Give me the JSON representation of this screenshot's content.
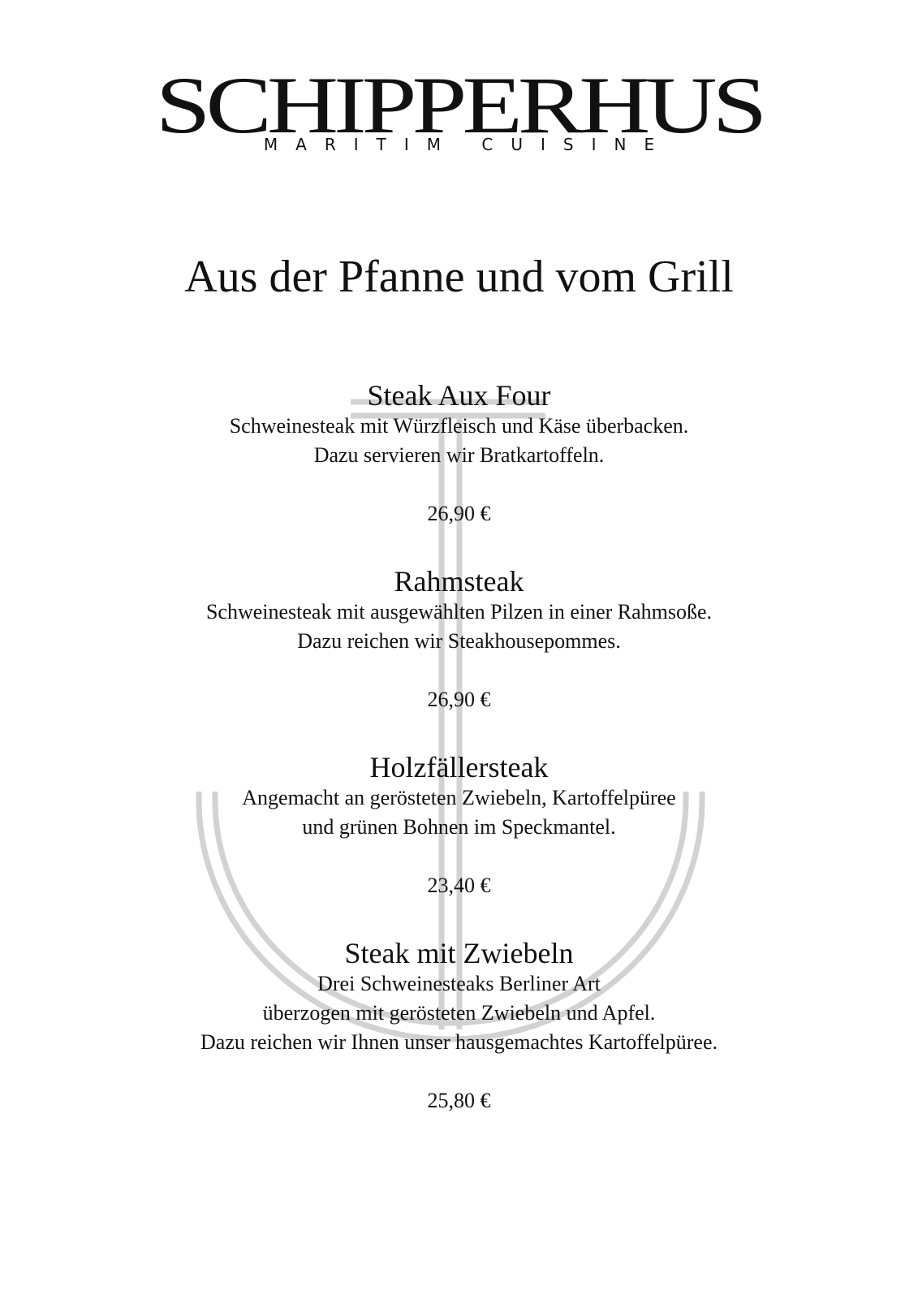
{
  "brand": {
    "name": "SCHIPPERHUS",
    "tagline": "MARITIM CUISINE"
  },
  "section": {
    "title": "Aus der Pfanne und vom Grill"
  },
  "dishes": [
    {
      "name": "Steak Aux Four",
      "description": [
        "Schweinesteak mit Würzfleisch und Käse überbacken.",
        "Dazu servieren wir Bratkartoffeln."
      ],
      "price": "26,90 €"
    },
    {
      "name": "Rahmsteak",
      "description": [
        "Schweinesteak mit ausgewählten Pilzen in einer Rahmsoße.",
        "Dazu reichen wir Steakhousepommes."
      ],
      "price": "26,90 €"
    },
    {
      "name": "Holzfällersteak",
      "description": [
        "Angemacht an gerösteten Zwiebeln, Kartoffelpüree",
        "und grünen Bohnen im Speckmantel."
      ],
      "price": "23,40 €"
    },
    {
      "name": "Steak mit Zwiebeln",
      "description": [
        "Drei Schweinesteaks Berliner Art",
        "überzogen mit gerösteten Zwiebeln und Apfel.",
        "Dazu reichen wir Ihnen unser hausgemachtes Kartoffelpüree."
      ],
      "price": "25,80 €"
    }
  ],
  "colors": {
    "text": "#111111",
    "watermark": "#d2d2d2",
    "background": "#ffffff"
  },
  "icons": {
    "watermark": "anchor-icon"
  }
}
